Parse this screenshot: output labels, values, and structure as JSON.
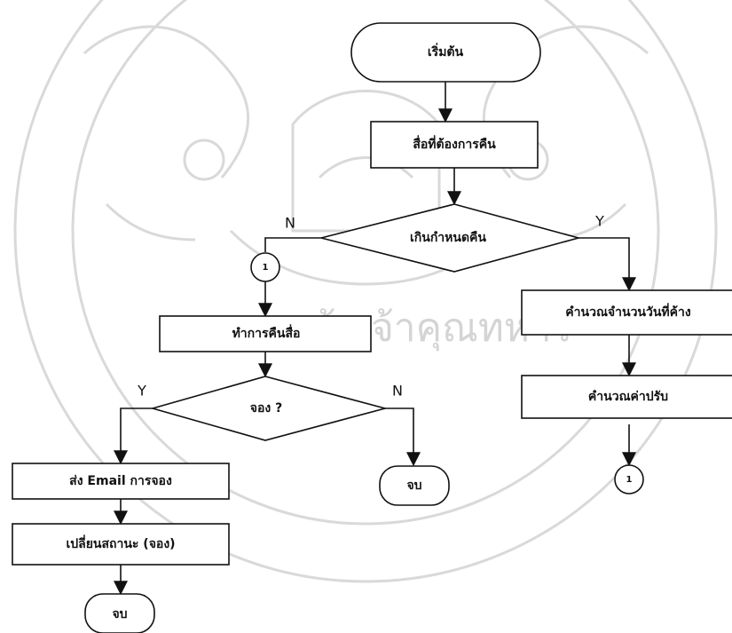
{
  "watermark": {
    "text": "กล้าเจ้าคุณทหาร"
  },
  "flowchart": {
    "start": "เริ่มต้น",
    "select_return": "สื่อที่ต้องการคืน",
    "overdue_decision": "เกินกำหนดคืน",
    "overdue_no": "N",
    "overdue_yes": "Y",
    "connector_id": "1",
    "do_return": "ทำการคืนสื่อ",
    "calc_days": "คำนวณจำนวนวันที่ค้าง",
    "calc_fine": "คำนวณค่าปรับ",
    "reserved_decision": "จอง ?",
    "reserved_yes": "Y",
    "reserved_no": "N",
    "send_email": "ส่ง Email  การจอง",
    "change_status": "เปลี่ยนสถานะ (จอง)",
    "end_label": "จบ"
  }
}
